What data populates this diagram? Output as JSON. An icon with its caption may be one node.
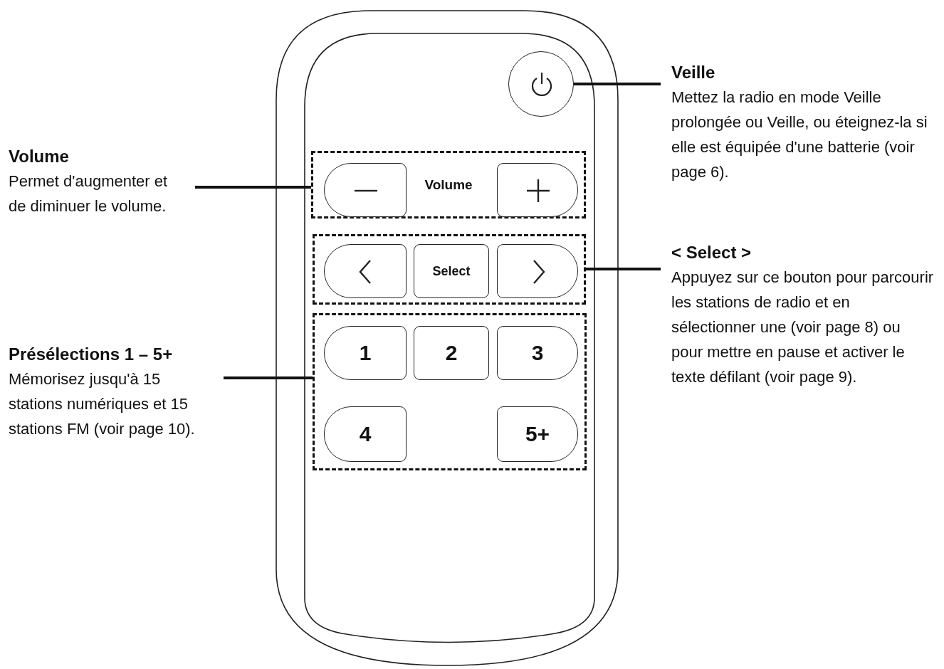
{
  "diagram": {
    "nodes": [
      {
        "text": [
          "Veille",
          "Mettez la radio en mode Veille prolongée ou Veille, ou éteignez-la si elle est équipée d'une batterie (voir page 6)."
        ]
      },
      {
        "text": [],
        "shape": "circle"
      },
      {
        "text": [
          "Volume",
          "Permet d'augmenter et de diminuer le volume."
        ]
      },
      {
        "text": [
          "Volume"
        ]
      },
      {
        "text": [],
        "shape": "box",
        "in": 3
      },
      {
        "text": [],
        "shape": "box",
        "in": 3
      },
      {
        "text": [
          "< Select >",
          "Appuyez sur ce bouton pour parcourir les stations de radio et en sélectionner une (voir page 8) ou pour mettre en pause et activer le texte défilant (voir page 9)."
        ]
      },
      {
        "text": [],
        "shape": "box"
      },
      {
        "text": [],
        "shape": "box",
        "in": 7
      },
      {
        "text": [
          "Select"
        ],
        "in": 7
      },
      {
        "text": [],
        "shape": "box",
        "in": 7
      },
      {
        "text": [
          "Présélections 1 – 5+",
          "Mémorisez jusqu'à 15 stations numériques et 15 stations FM (voir page 10)."
        ]
      },
      {
        "text": [],
        "shape": "box"
      },
      {
        "text": [
          "1"
        ],
        "in": 12
      },
      {
        "text": [
          "2"
        ],
        "in": 12
      },
      {
        "text": [
          "3"
        ],
        "in": 12
      },
      {
        "text": [
          "4"
        ],
        "in": 12
      },
      {
        "text": [
          "5+"
        ],
        "in": 12
      }
    ],
    "edges": [
      {
        "from": 0,
        "to": 1,
        "arrow": "none"
      },
      {
        "from": 2,
        "to": 3,
        "arrow": "none"
      },
      {
        "from": 6,
        "to": 7,
        "arrow": "none"
      },
      {
        "from": 11,
        "to": 12,
        "arrow": "none"
      }
    ]
  }
}
